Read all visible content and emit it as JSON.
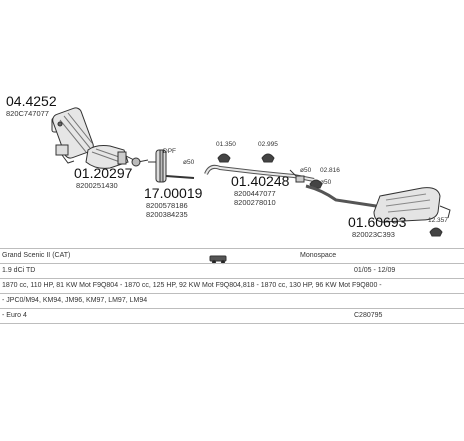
{
  "parts": [
    {
      "id": "p1",
      "number": "04.4252",
      "oe": "820C747077"
    },
    {
      "id": "p2",
      "number": "01.20297",
      "oe": "8200251430"
    },
    {
      "id": "p3",
      "number": "17.00019",
      "oe": "8200578186",
      "oe2": "8200384235"
    },
    {
      "id": "p4",
      "number": "01.40248",
      "oe": "8200447077",
      "oe2": "8200278010"
    },
    {
      "id": "p5",
      "number": "01.60693",
      "oe": "820023C393"
    }
  ],
  "small_labels": {
    "dpf": "DPF",
    "ref1": "01.350",
    "ref2": "02.995",
    "ref3": "02.816",
    "ref4": "12.357",
    "diam1": "ø50",
    "diam2": "ø50",
    "diam3": "ø50"
  },
  "vehicle_info": {
    "model": "Grand Scenic II (CAT)",
    "body_type": "Monospace",
    "engine": "1.9 dCi TD",
    "years": "01/05 - 12/09",
    "specs": "1870 cc, 110 HP, 81 KW Mot F9Q804 - 1870 cc, 125 HP, 92 KW Mot F9Q804,818 - 1870 cc, 130 HP, 96 KW Mot F9Q800 -",
    "codes": "- JPC0/M94, KM94, JM96, KM97, LM97, LM94",
    "emission": "- Euro 4",
    "catalog_no": "C280795"
  }
}
